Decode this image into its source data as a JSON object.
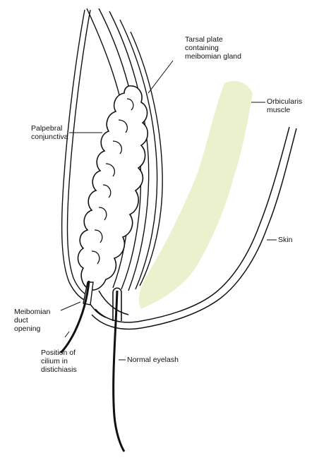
{
  "labels": {
    "tarsal_plate": [
      "Tarsal plate",
      "containing",
      "meibomian gland"
    ],
    "orbicularis": [
      "Orbicularis",
      "muscle"
    ],
    "palpebral": [
      "Palpebral",
      "conjunctiva"
    ],
    "skin": [
      "Skin"
    ],
    "meibomian_duct": [
      "Meibomian",
      "duct",
      "opening"
    ],
    "position_cilium": [
      "Position of",
      "cilium in",
      "distichiasis"
    ],
    "normal_eyelash": [
      "Normal eyelash"
    ]
  },
  "colors": {
    "ink": "#111111",
    "muscle": "#e9efc4"
  }
}
